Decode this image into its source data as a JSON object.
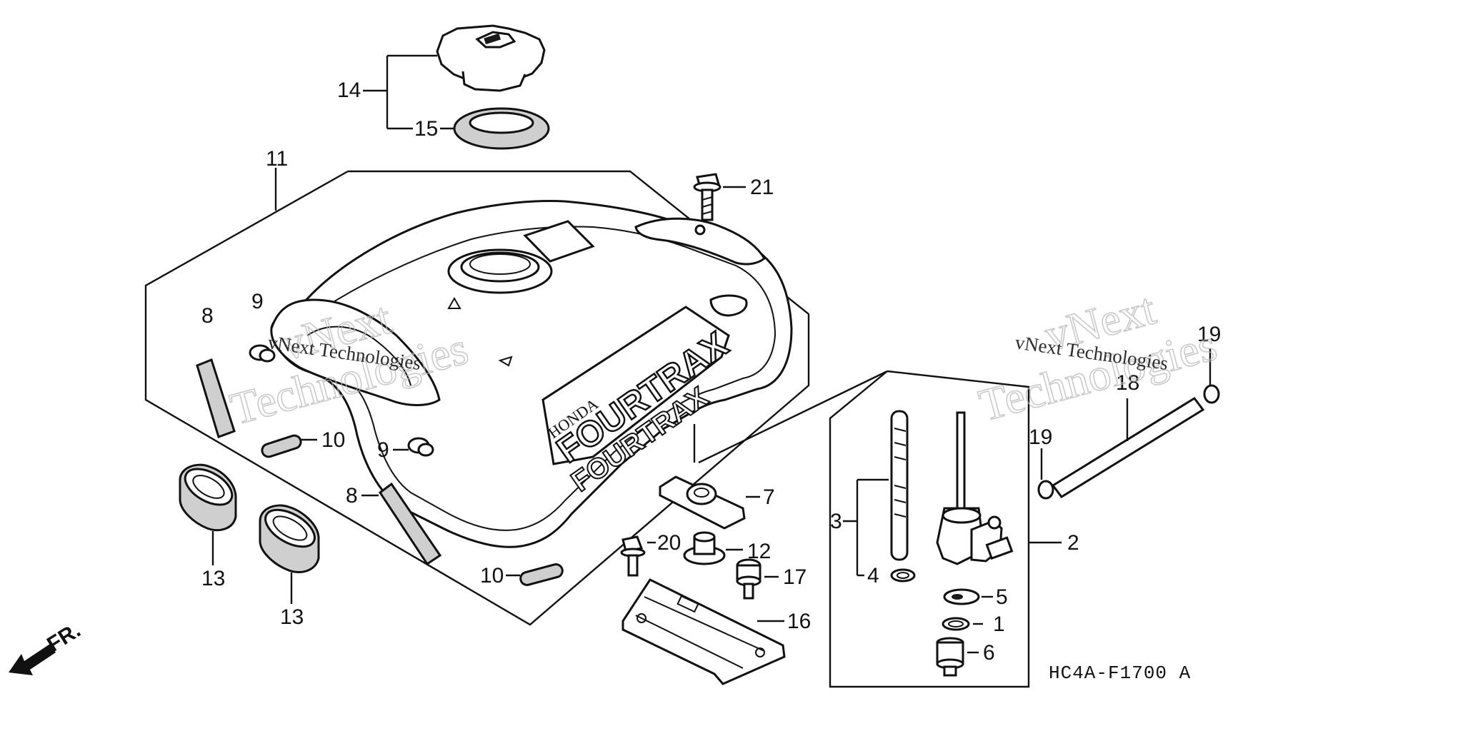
{
  "diagram": {
    "code": "HC4A-F1700 A",
    "front_arrow_label": "FR.",
    "tank_logo": {
      "brand": "HONDA",
      "model": "FOURTRAX"
    },
    "watermarks": [
      {
        "line1": "vNext",
        "line2": "Technologies",
        "small": "vNext Technologies"
      },
      {
        "line1": "vNext",
        "line2": "Technologies",
        "small": "vNext Technologies"
      }
    ],
    "callouts": {
      "c1": "1",
      "c2": "2",
      "c3": "3",
      "c4": "4",
      "c5": "5",
      "c6": "6",
      "c7": "7",
      "c8a": "8",
      "c8b": "8",
      "c9a": "9",
      "c9b": "9",
      "c10a": "10",
      "c10b": "10",
      "c11": "11",
      "c12": "12",
      "c13a": "13",
      "c13b": "13",
      "c14": "14",
      "c15": "15",
      "c16": "16",
      "c17": "17",
      "c18": "18",
      "c19a": "19",
      "c19b": "19",
      "c20": "20",
      "c21": "21"
    }
  }
}
